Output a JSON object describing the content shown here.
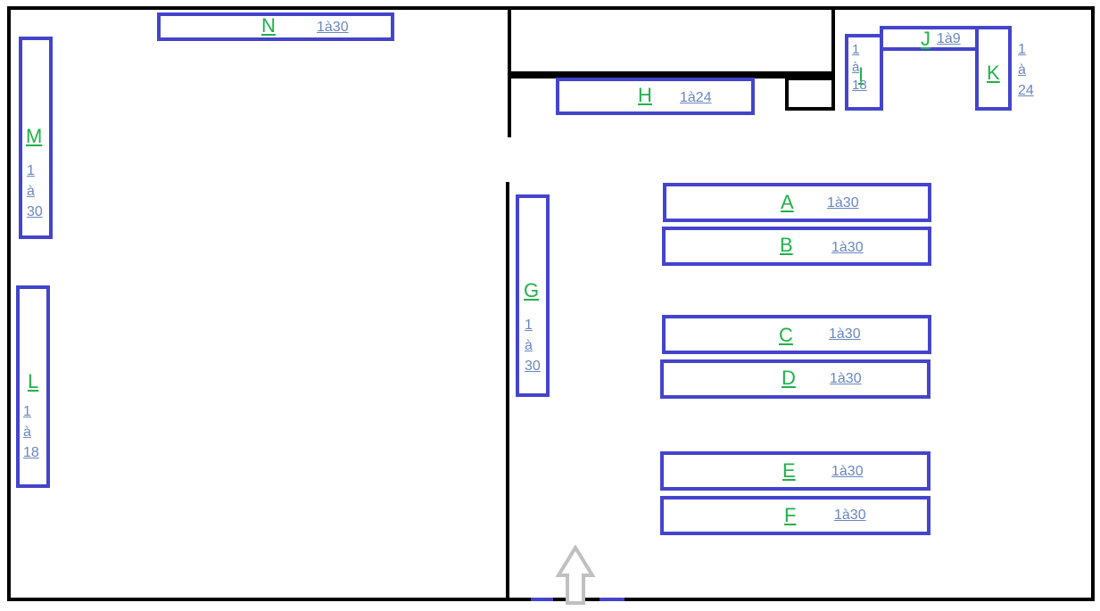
{
  "shelves": {
    "A": {
      "label": "A",
      "range": "1à30"
    },
    "B": {
      "label": "B",
      "range": "1à30"
    },
    "C": {
      "label": "C",
      "range": "1à30"
    },
    "D": {
      "label": "D",
      "range": "1à30"
    },
    "E": {
      "label": "E",
      "range": "1à30"
    },
    "F": {
      "label": "F",
      "range": "1à30"
    },
    "G": {
      "label": "G",
      "range_parts": [
        "1",
        "à",
        "30"
      ]
    },
    "H": {
      "label": "H",
      "range": "1à24"
    },
    "I": {
      "label": "I",
      "range_parts": [
        "1",
        "à",
        "18"
      ]
    },
    "J": {
      "label": "J",
      "range": "1à9"
    },
    "K": {
      "label": "K",
      "range_parts": [
        "1",
        "à",
        "24"
      ]
    },
    "L": {
      "label": "L",
      "range_parts": [
        "1",
        "à",
        "18"
      ]
    },
    "M": {
      "label": "M",
      "range_parts": [
        "1",
        "à",
        "30"
      ]
    },
    "N": {
      "label": "N",
      "range": "1à30"
    }
  },
  "colors": {
    "shelf_border": "#4444cc",
    "label": "#22b04a",
    "range": "#6a86c0",
    "wall": "#000000",
    "entrance_arrow": "#c0c0c0"
  },
  "icons": {
    "entrance": "up-arrow-icon"
  }
}
